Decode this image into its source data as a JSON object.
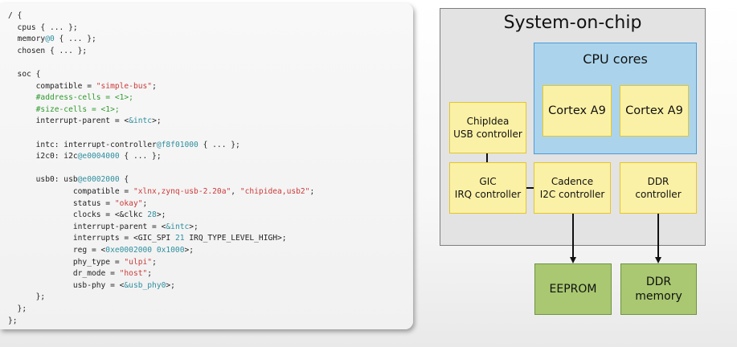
{
  "code_lines": [
    [
      [
        "/ {",
        "t"
      ]
    ],
    [
      [
        "  cpus { ... };",
        "t"
      ]
    ],
    [
      [
        "  memory",
        "t"
      ],
      [
        "@0",
        "n"
      ],
      [
        " { ... };",
        "t"
      ]
    ],
    [
      [
        "  chosen { ... };",
        "t"
      ]
    ],
    [
      [
        "",
        "t"
      ]
    ],
    [
      [
        "  soc {",
        "t"
      ]
    ],
    [
      [
        "      compatible = ",
        "t"
      ],
      [
        "\"simple-bus\"",
        "s"
      ],
      [
        ";",
        "t"
      ]
    ],
    [
      [
        "      #address-cells = <1>;",
        "p"
      ]
    ],
    [
      [
        "      #size-cells = <1>;",
        "p"
      ]
    ],
    [
      [
        "      interrupt-parent = <",
        "t"
      ],
      [
        "&intc",
        "n"
      ],
      [
        ">;",
        "t"
      ]
    ],
    [
      [
        "",
        "t"
      ]
    ],
    [
      [
        "      intc: interrupt-controller",
        "t"
      ],
      [
        "@f8f01000",
        "n"
      ],
      [
        " { ... };",
        "t"
      ]
    ],
    [
      [
        "      i2c0: i2c",
        "t"
      ],
      [
        "@e0004000",
        "n"
      ],
      [
        " { ... };",
        "t"
      ]
    ],
    [
      [
        "",
        "t"
      ]
    ],
    [
      [
        "      usb0: usb",
        "t"
      ],
      [
        "@e0002000",
        "n"
      ],
      [
        " {",
        "t"
      ]
    ],
    [
      [
        "              compatible = ",
        "t"
      ],
      [
        "\"xlnx,zynq-usb-2.20a\"",
        "s"
      ],
      [
        ", ",
        "t"
      ],
      [
        "\"chipidea,usb2\"",
        "s"
      ],
      [
        ";",
        "t"
      ]
    ],
    [
      [
        "              status = ",
        "t"
      ],
      [
        "\"okay\"",
        "s"
      ],
      [
        ";",
        "t"
      ]
    ],
    [
      [
        "              clocks = <&clkc ",
        "t"
      ],
      [
        "28",
        "n"
      ],
      [
        ">;",
        "t"
      ]
    ],
    [
      [
        "              interrupt-parent = <",
        "t"
      ],
      [
        "&intc",
        "n"
      ],
      [
        ">;",
        "t"
      ]
    ],
    [
      [
        "              interrupts = <GIC_SPI ",
        "t"
      ],
      [
        "21",
        "n"
      ],
      [
        " IRQ_TYPE_LEVEL_HIGH>;",
        "t"
      ]
    ],
    [
      [
        "              reg = <",
        "t"
      ],
      [
        "0xe0002000 0x1000",
        "n"
      ],
      [
        ">;",
        "t"
      ]
    ],
    [
      [
        "              phy_type = ",
        "t"
      ],
      [
        "\"ulpi\"",
        "s"
      ],
      [
        ";",
        "t"
      ]
    ],
    [
      [
        "              dr_mode = ",
        "t"
      ],
      [
        "\"host\"",
        "s"
      ],
      [
        ";",
        "t"
      ]
    ],
    [
      [
        "              usb-phy = <",
        "t"
      ],
      [
        "&usb_phy0",
        "n"
      ],
      [
        ">;",
        "t"
      ]
    ],
    [
      [
        "      };",
        "t"
      ]
    ],
    [
      [
        "  };",
        "t"
      ]
    ],
    [
      [
        "};",
        "t"
      ]
    ]
  ],
  "diagram": {
    "chip_title": "System-on-chip",
    "cpu_group_title": "CPU cores",
    "cpu_core_1": "Cortex A9",
    "cpu_core_2": "Cortex A9",
    "usb_line1": "ChipIdea",
    "usb_line2": "USB controller",
    "gic_line1": "GIC",
    "gic_line2": "IRQ controller",
    "i2c_line1": "Cadence",
    "i2c_line2": "I2C controller",
    "ddrc_line1": "DDR",
    "ddrc_line2": "controller",
    "eeprom": "EEPROM",
    "ddr_mem_line1": "DDR",
    "ddr_mem_line2": "memory"
  },
  "colors": {
    "chip_bg": "#e3e3e3",
    "cpu_group_bg": "#abd4ec",
    "block_bg": "#fbf1a6",
    "external_bg": "#a9c871",
    "string": "#cc3a3a",
    "number": "#2d8f9f",
    "property": "#2e9a2e"
  }
}
